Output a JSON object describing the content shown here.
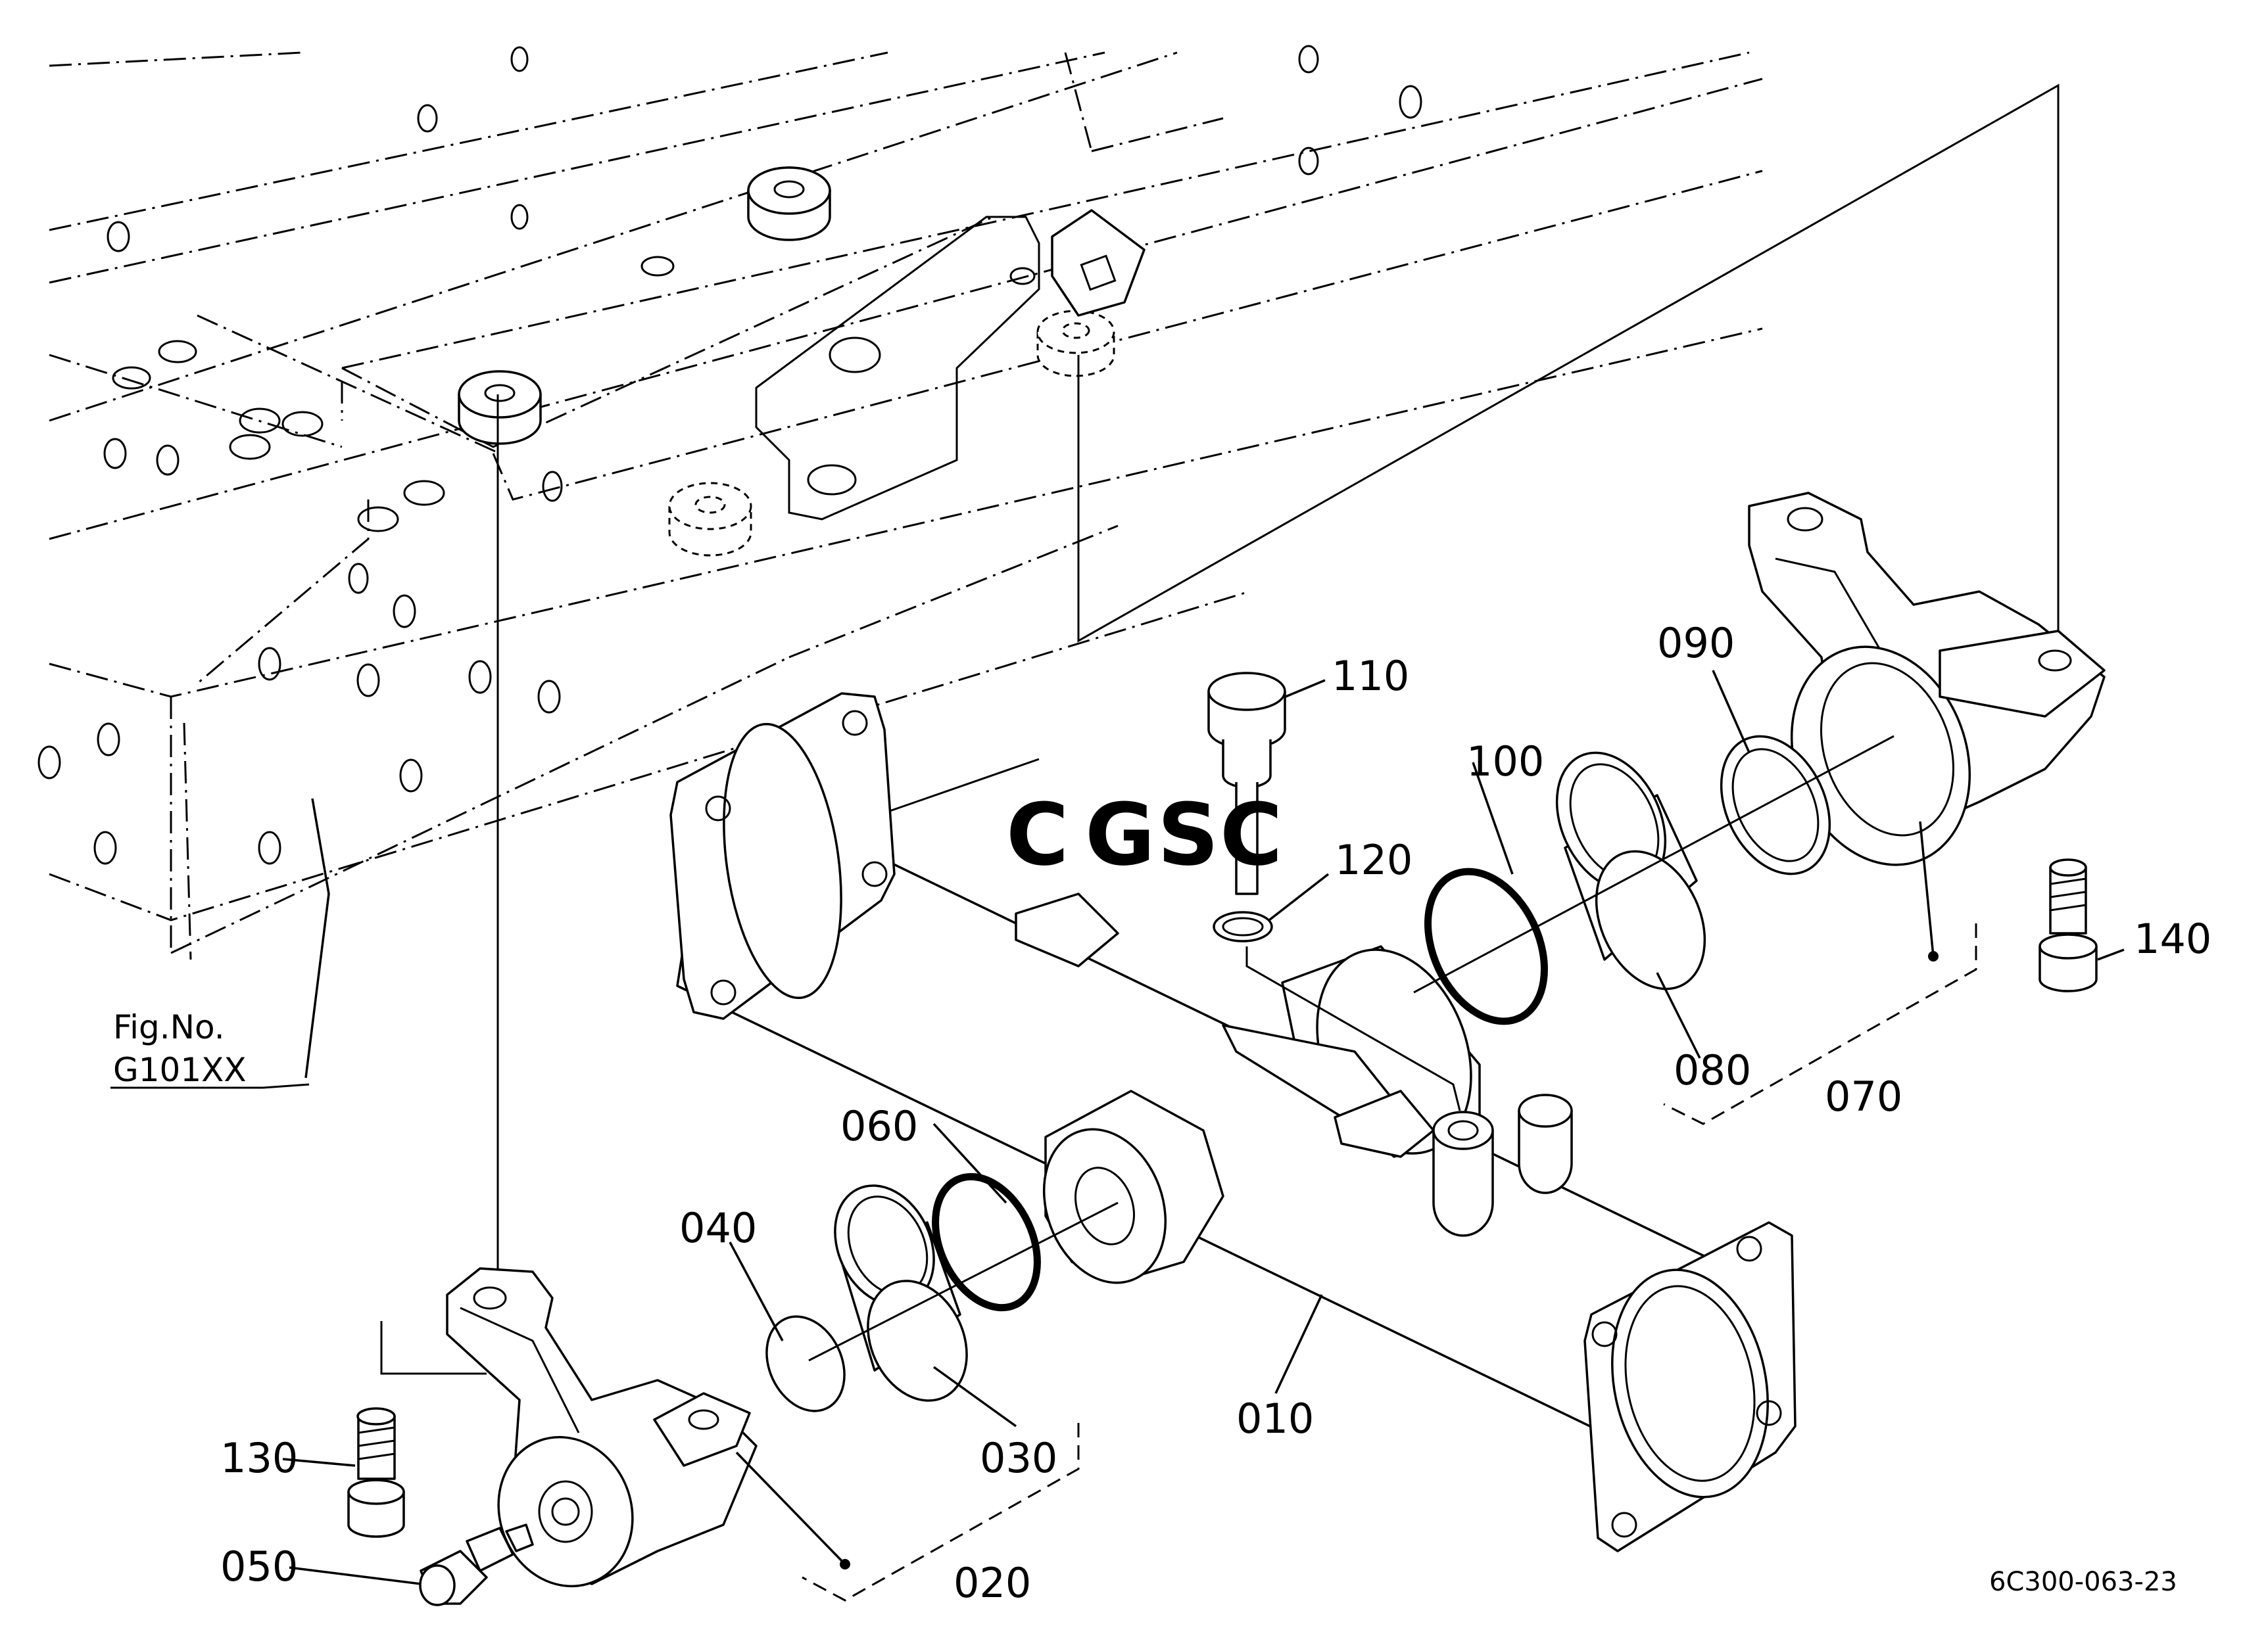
{
  "labels": {
    "p010": "010",
    "p020": "020",
    "p030": "030",
    "p040": "040",
    "p050": "050",
    "p060": "060",
    "p070": "070",
    "p080": "080",
    "p090": "090",
    "p100": "100",
    "p110": "110",
    "p120": "120",
    "p130": "130",
    "p140": "140"
  },
  "fig_ref": {
    "line1": "Fig.No.",
    "line2": "G101XX"
  },
  "diagram_code": "6C300-063-23",
  "watermark": {
    "letters": [
      "C",
      "G",
      "S",
      "C"
    ],
    "colors": [
      "#6fa3e6",
      "#ef8f86",
      "#f4cc6a",
      "#6fbf8a"
    ]
  }
}
